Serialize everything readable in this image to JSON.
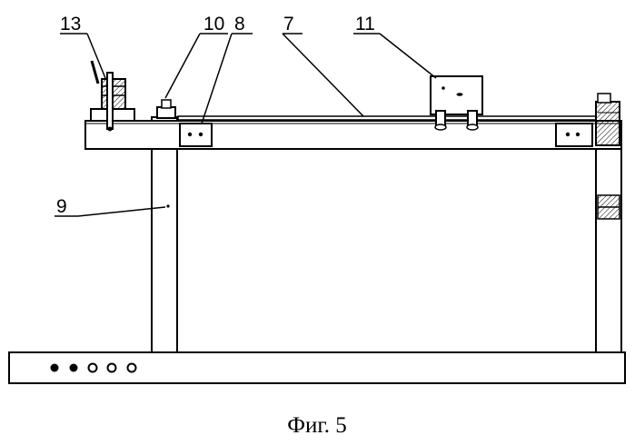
{
  "labels": {
    "l13": "13",
    "l10": "10",
    "l8": "8",
    "l7": "7",
    "l11": "11",
    "l9": "9"
  },
  "caption": "Фиг. 5"
}
